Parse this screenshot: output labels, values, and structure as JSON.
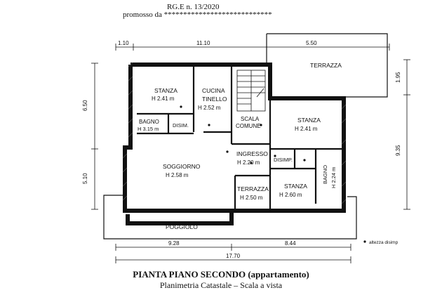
{
  "header": {
    "case_number": "RG.E n. 13/2020",
    "promoted_by": "promosso da ****************************"
  },
  "footer": {
    "title": "PIANTA PIANO SECONDO (appartamento)",
    "subtitle": "Planimetria Catastale – Scala a vista"
  },
  "dimensions": {
    "top_left": "1.10",
    "top_mid": "11.10",
    "top_right": "5.50",
    "left_upper": "6.50",
    "left_lower": "5.10",
    "right_upper": "1.95",
    "right_lower": "9.35",
    "bottom_left": "9.28",
    "bottom_right": "8.44",
    "bottom_total": "17.70"
  },
  "rooms": {
    "stanza1_name": "STANZA",
    "stanza1_h": "H 2.41 m",
    "cucina_name": "CUCINA",
    "tinello_name": "TINELLO",
    "cucina_h": "H 2.52 m",
    "bagno1_name": "BAGNO",
    "bagno1_h": "H 3.15 m",
    "disim1": "DISIM.",
    "scala_name": "SCALA",
    "scala_sub": "COMUNE",
    "terrazza_top": "TERRAZZA",
    "stanza2_name": "STANZA",
    "stanza2_h": "H 2.41 m",
    "soggiorno_name": "SOGGIORNO",
    "soggiorno_h": "H 2.58 m",
    "ingresso_name": "INGRESSO",
    "ingresso_h": "H 2.20 m",
    "disimp2": "DISIMP.",
    "bagno2_name": "BAGNO",
    "bagno2_h": "H 2.24 m",
    "terrazza_mid": "TERRAZZA",
    "terrazza_mid_h": "H 2.50 m",
    "stanza3_name": "STANZA",
    "stanza3_h": "H 2.60 m",
    "poggiolo": "POGGIOLO"
  },
  "legend": {
    "altezza": "altezza disimp"
  }
}
